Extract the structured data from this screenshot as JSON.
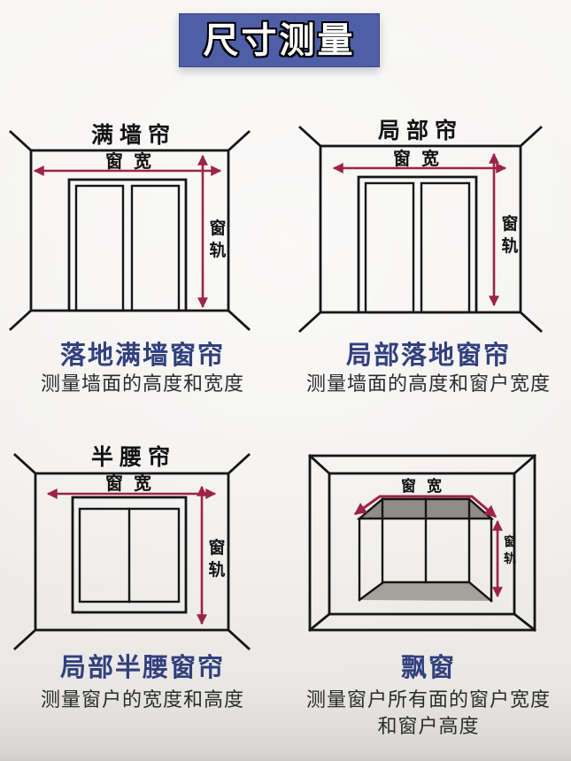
{
  "page": {
    "title_banner": "尺寸测量"
  },
  "colors": {
    "banner_bg": "#4e5fa8",
    "accent_red": "#9e2347",
    "heading_blue": "#32407e",
    "line_black": "#161616",
    "ceiling_gray": "#908c87",
    "floor_gray": "#a5a19c"
  },
  "labels": {
    "width": "窗宽",
    "track_char_1": "窗",
    "track_char_2": "轨"
  },
  "sections": [
    {
      "diagram_title": "满墙帘",
      "heading": "落地满墙窗帘",
      "description": "测量墙面的高度和宽度"
    },
    {
      "diagram_title": "局部帘",
      "heading": "局部落地窗帘",
      "description": "测量墙面的高度和窗户宽度"
    },
    {
      "diagram_title": "半腰帘",
      "heading": "局部半腰窗帘",
      "description": "测量窗户的宽度和高度"
    },
    {
      "heading": "飘窗",
      "description": "测量窗户所有面的窗户宽度",
      "description_line2": "和窗户高度"
    }
  ]
}
